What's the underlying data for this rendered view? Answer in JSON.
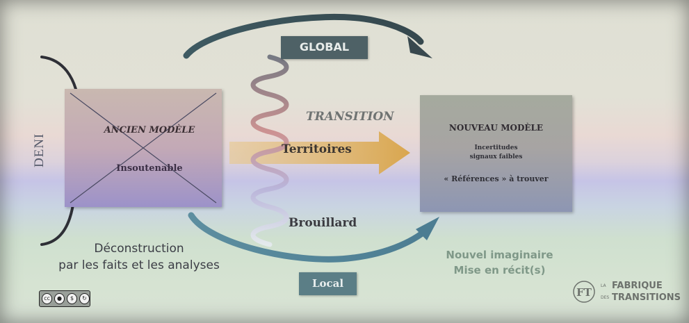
{
  "deni": "DENI",
  "ancien": {
    "title": "ANCIEN MODÈLE",
    "subtitle": "Insoutenable"
  },
  "deconstruction": {
    "line1": "Déconstruction",
    "line2": "par les faits et les analyses"
  },
  "global_label": "GLOBAL",
  "local_label": "Local",
  "transition_label": "TRANSITION",
  "territoires_label": "Territoires",
  "brouillard_label": "Brouillard",
  "nouveau": {
    "title": "NOUVEAU MODÈLE",
    "line1": "Incertitudes",
    "line2": "signaux faibles",
    "line3": "« Références » à trouver"
  },
  "nouvel": {
    "line1": "Nouvel imaginaire",
    "line2": "Mise en récit(s)"
  },
  "logo": {
    "small1": "LA",
    "word1": "FABRIQUE",
    "small2": "DES",
    "word2": "TRANSITIONS",
    "mark": "FT"
  },
  "license": {
    "icons": [
      "cc-icon",
      "by-icon",
      "nc-icon",
      "sa-icon"
    ]
  },
  "colors": {
    "arrow_dark": "#3f5a60",
    "arrow_light": "#7fa4ae",
    "territoires_arrow": "#d9aa55",
    "global_box": "#4e6166",
    "local_box": "#5b7e86"
  }
}
